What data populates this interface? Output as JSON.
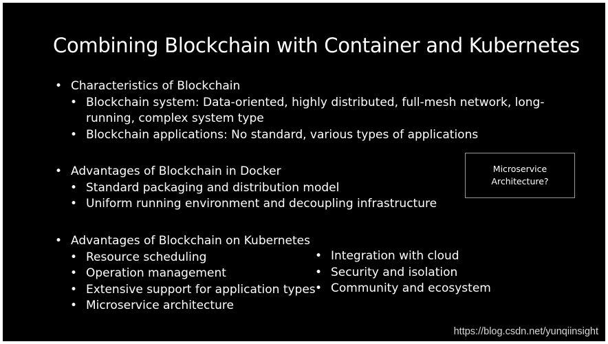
{
  "title": "Combining Blockchain with Container and Kubernetes",
  "bullet_glyph": "•",
  "sections": [
    {
      "heading": "Characteristics of Blockchain",
      "items": [
        "Blockchain system: Data-oriented, highly distributed, full-mesh network, long-running, complex system type",
        "Blockchain applications: No standard, various types of applications"
      ]
    },
    {
      "heading": "Advantages of Blockchain in Docker",
      "items": [
        "Standard packaging and distribution model",
        "Uniform running environment and decoupling infrastructure"
      ]
    },
    {
      "heading": "Advantages of Blockchain on Kubernetes",
      "items": [
        "Resource scheduling",
        "Operation management",
        "Extensive support for application types",
        "Microservice architecture"
      ],
      "items_right": [
        "Integration with cloud",
        "Security and isolation",
        "Community and ecosystem"
      ]
    }
  ],
  "callout": {
    "line1": "Microservice",
    "line2": "Architecture?"
  },
  "watermark": "https://blog.csdn.net/yunqiinsight",
  "colors": {
    "background": "#000000",
    "text": "#ffffff",
    "callout_border": "#9a9a9a",
    "watermark": "#d8d8d8"
  }
}
